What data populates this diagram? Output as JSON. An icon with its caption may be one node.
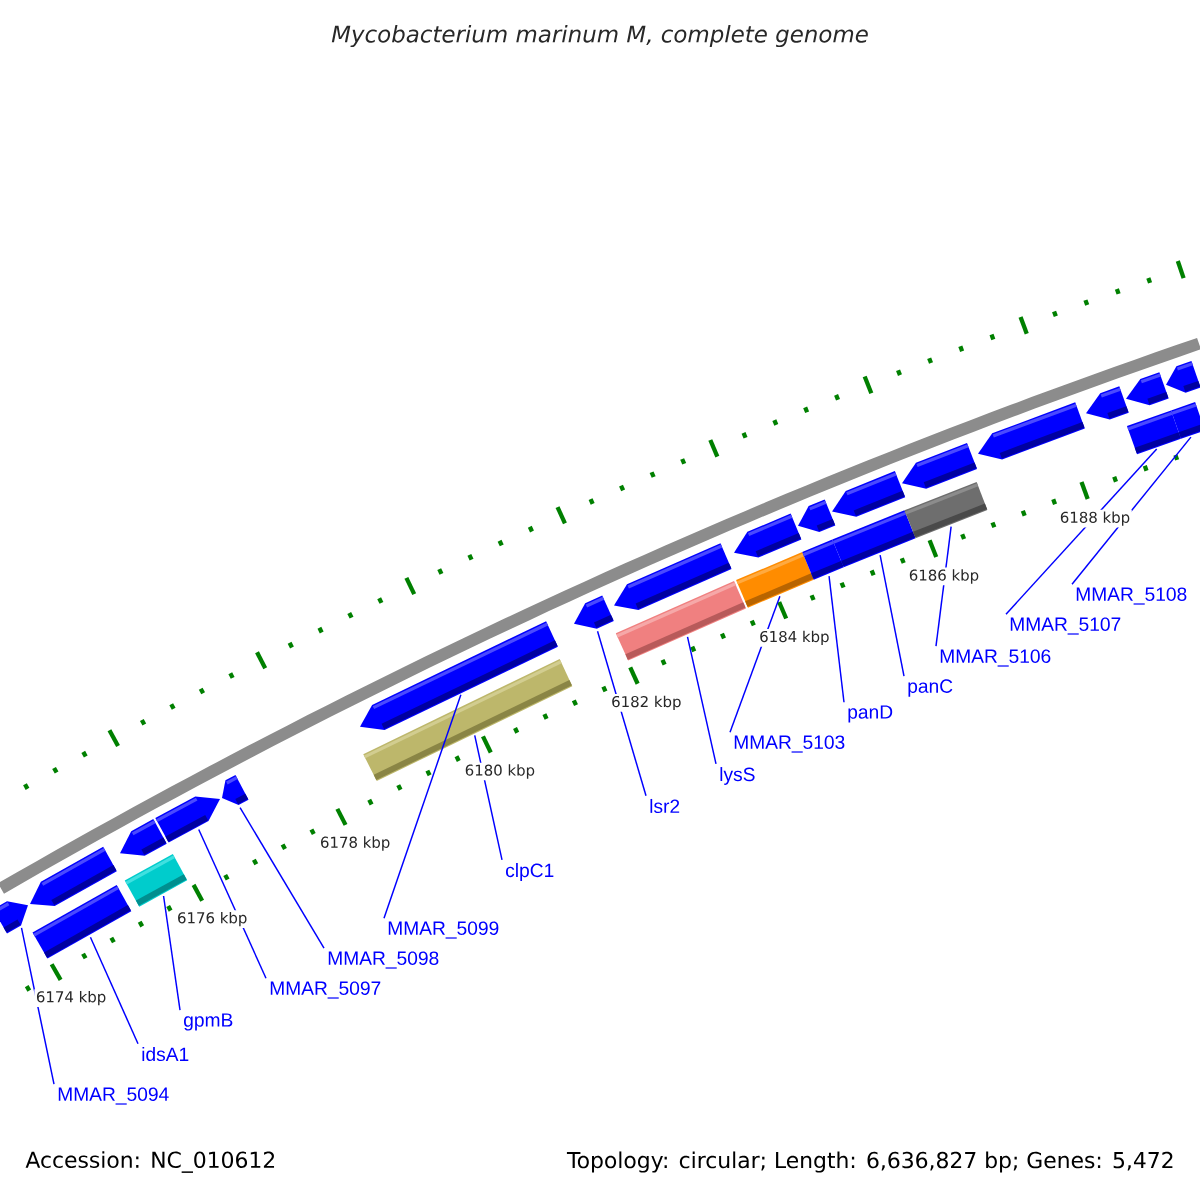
{
  "diagram": {
    "title": "Mycobacterium marinum M, complete genome",
    "nodes": [
      {
        "text": [
          "MMAR_5094"
        ]
      },
      {
        "text": [
          "idsA1"
        ]
      },
      {
        "text": [
          "gpmB"
        ]
      },
      {
        "text": [
          "MMAR_5097"
        ]
      },
      {
        "text": [
          "MMAR_5098"
        ]
      },
      {
        "text": [
          "MMAR_5099"
        ]
      },
      {
        "text": [
          "clpC1"
        ]
      },
      {
        "text": [
          "lsr2"
        ]
      },
      {
        "text": [
          "lysS"
        ]
      },
      {
        "text": [
          "MMAR_5103"
        ]
      },
      {
        "text": [
          "panD"
        ]
      },
      {
        "text": [
          "panC"
        ]
      },
      {
        "text": [
          "MMAR_5106"
        ]
      },
      {
        "text": [
          "MMAR_5107"
        ]
      },
      {
        "text": [
          "MMAR_5108"
        ]
      },
      {
        "text": [],
        "shape": "pentagon"
      },
      {
        "text": [],
        "shape": "pentagon"
      },
      {
        "text": [],
        "shape": "bar"
      },
      {
        "text": [],
        "shape": "pentagon"
      },
      {
        "text": [],
        "shape": "bar"
      },
      {
        "text": [],
        "shape": "pentagon"
      },
      {
        "text": [],
        "shape": "pentagon"
      },
      {
        "text": [],
        "shape": "pentagon"
      },
      {
        "text": [],
        "shape": "bar"
      },
      {
        "text": [],
        "shape": "pentagon"
      },
      {
        "text": [],
        "shape": "pentagon"
      },
      {
        "text": [],
        "shape": "bar"
      },
      {
        "text": [],
        "shape": "pentagon"
      },
      {
        "text": [],
        "shape": "bar"
      },
      {
        "text": [],
        "shape": "pentagon"
      },
      {
        "text": [],
        "shape": "bar"
      },
      {
        "text": [],
        "shape": "pentagon"
      },
      {
        "text": [],
        "shape": "bar"
      },
      {
        "text": [],
        "shape": "pentagon"
      },
      {
        "text": [],
        "shape": "bar"
      },
      {
        "text": [],
        "shape": "pentagon"
      },
      {
        "text": [],
        "shape": "pentagon"
      },
      {
        "text": [],
        "shape": "pentagon"
      },
      {
        "text": [],
        "shape": "bar"
      },
      {
        "text": [],
        "shape": "pentagon"
      },
      {
        "text": [],
        "shape": "bar"
      }
    ],
    "edges": [
      {
        "from": 0,
        "to": 15,
        "arrow": "none"
      },
      {
        "from": 1,
        "to": 17,
        "arrow": "none"
      },
      {
        "from": 2,
        "to": 19,
        "arrow": "none"
      },
      {
        "from": 3,
        "to": 20,
        "arrow": "none"
      },
      {
        "from": 4,
        "to": 21,
        "arrow": "none"
      },
      {
        "from": 5,
        "to": 22,
        "arrow": "none"
      },
      {
        "from": 6,
        "to": 23,
        "arrow": "none"
      },
      {
        "from": 7,
        "to": 24,
        "arrow": "none"
      },
      {
        "from": 8,
        "to": 26,
        "arrow": "none"
      },
      {
        "from": 9,
        "to": 28,
        "arrow": "none"
      },
      {
        "from": 10,
        "to": 30,
        "arrow": "none"
      },
      {
        "from": 11,
        "to": 32,
        "arrow": "none"
      },
      {
        "from": 12,
        "to": 34,
        "arrow": "none"
      },
      {
        "from": 13,
        "to": 38,
        "arrow": "none"
      },
      {
        "from": 14,
        "to": 40,
        "arrow": "none"
      }
    ],
    "labels": [
      "6174 kbp",
      "6176 kbp",
      "6178 kbp",
      "6180 kbp",
      "6182 kbp",
      "6184 kbp",
      "6186 kbp",
      "6188 kbp",
      "Accession: NC_010612",
      "Topology: circular; Length: 6,636,827 bp; Genes: 5,472"
    ]
  }
}
